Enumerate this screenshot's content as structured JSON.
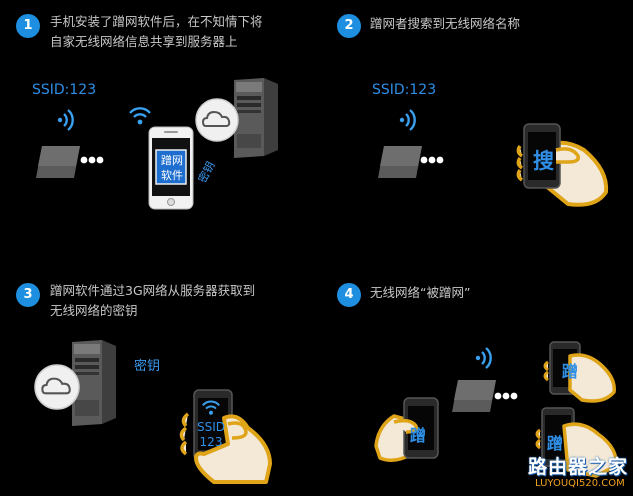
{
  "steps": [
    {
      "num": "1",
      "text_line1": "手机安装了蹭网软件后，在不知情下将",
      "text_line2": "自家无线网络信息共享到服务器上"
    },
    {
      "num": "2",
      "text_line1": "蹭网者搜索到无线网络名称",
      "text_line2": ""
    },
    {
      "num": "3",
      "text_line1": "蹭网软件通过3G网络从服务器获取到",
      "text_line2": "无线网络的密钥"
    },
    {
      "num": "4",
      "text_line1": "无线网络“被蹭网”",
      "text_line2": ""
    }
  ],
  "panel1": {
    "ssid": "SSID:123",
    "app_label_line1": "蹭网",
    "app_label_line2": "软件",
    "key_label": "密钥"
  },
  "panel2": {
    "ssid": "SSID:123",
    "screen_char": "搜"
  },
  "panel3": {
    "key_label": "密钥",
    "screen_line1": "SSID",
    "screen_line2": "123"
  },
  "panel4": {
    "screen_char": "蹭"
  },
  "watermark": {
    "main": "路由器之家",
    "sub": "LUYOUQI520.COM"
  },
  "colors": {
    "accent": "#1e8fe0",
    "background": "#000000"
  }
}
